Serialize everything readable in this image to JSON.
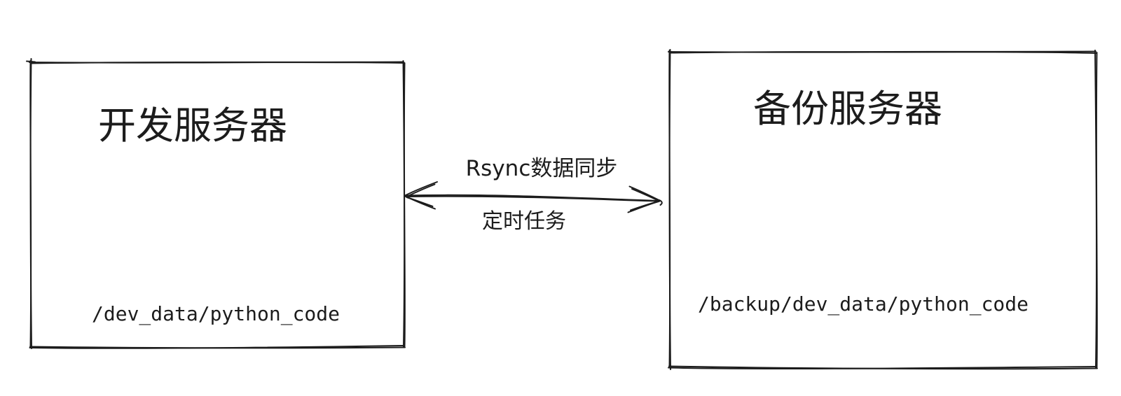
{
  "colors": {
    "stroke": "#1c1c1c",
    "background": "#ffffff"
  },
  "diagram": {
    "type": "sketch-flow-diagram",
    "nodes": [
      {
        "id": "dev-server",
        "title": "开发服务器",
        "path": "/dev_data/python_code"
      },
      {
        "id": "backup-server",
        "title": "备份服务器",
        "path": "/backup/dev_data/python_code"
      }
    ],
    "connection": {
      "type": "double-arrow",
      "from": "dev-server",
      "to": "backup-server",
      "label_top": "Rsync数据同步",
      "label_bottom": "定时任务"
    }
  }
}
